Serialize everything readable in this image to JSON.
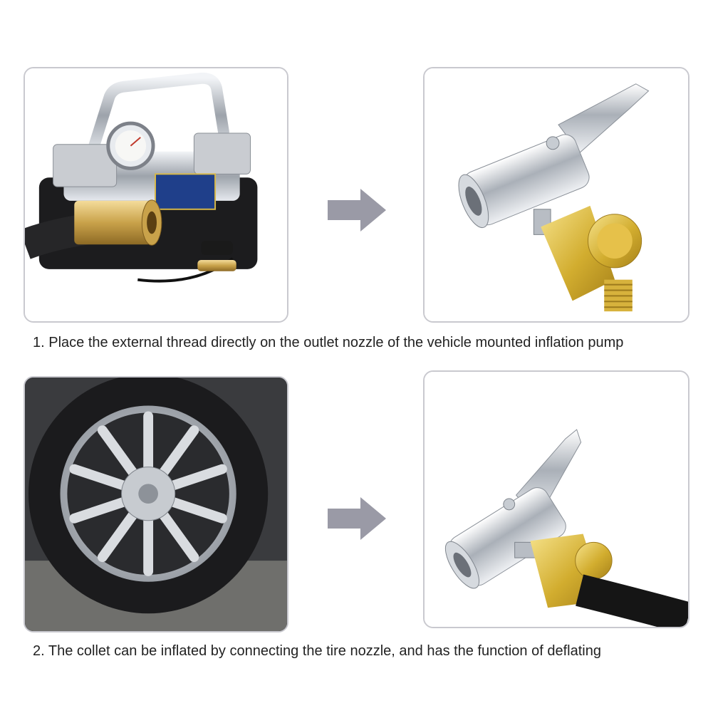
{
  "steps": [
    {
      "caption": "1. Place the external thread directly on the outlet nozzle of the vehicle mounted inflation pump",
      "left_image": "air-compressor-with-brass-fitting",
      "right_image": "chuck-with-external-thread"
    },
    {
      "caption": "2. The collet can be inflated by connecting the tire nozzle, and has the function of deflating",
      "left_image": "car-tire-with-alloy-wheel",
      "right_image": "chuck-with-hose"
    }
  ],
  "colors": {
    "panel_border": "#c9c9cf",
    "arrow": "#9a9aa6",
    "brass": "#d4b03a",
    "chrome": "#c8ccd2",
    "text": "#222222"
  }
}
